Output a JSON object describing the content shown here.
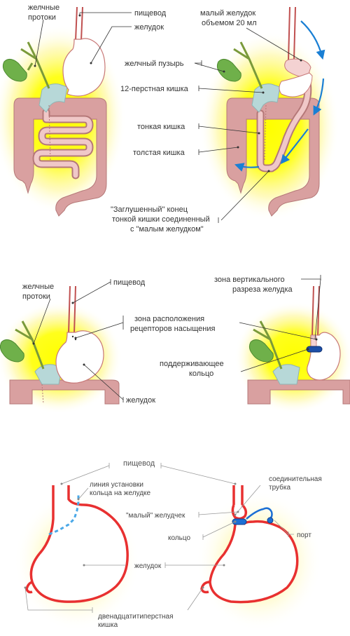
{
  "panel1": {
    "labels": {
      "bile_ducts_1": "желчные",
      "bile_ducts_2": "протоки",
      "esophagus": "пищевод",
      "stomach": "желудок",
      "small_stomach_1": "малый желудок",
      "small_stomach_2": "объемом 20 мл",
      "gallbladder": "желчный пузырь",
      "duodenum": "12-перстная кишка",
      "small_intestine": "тонкая кишка",
      "large_intestine": "толстая кишка",
      "blind_end_1": "\"Заглушенный\" конец",
      "blind_end_2": "тонкой кишки соединенный",
      "blind_end_3": "с \"малым желудком\""
    }
  },
  "panel2": {
    "labels": {
      "bile_ducts_1": "желчные",
      "bile_ducts_2": "протоки",
      "esophagus": "пищевод",
      "receptor_zone_1": "зона расположения",
      "receptor_zone_2": "рецепторов насыщения",
      "support_ring_1": "поддерживающее",
      "support_ring_2": "кольцо",
      "stomach": "желудок",
      "vertical_cut_1": "зона вертикального",
      "vertical_cut_2": "разреза желудка"
    }
  },
  "panel3": {
    "labels": {
      "esophagus": "пищевод",
      "band_line_1": "линия установки",
      "band_line_2": "кольца на желудке",
      "connecting_tube_1": "соединительная",
      "connecting_tube_2": "трубка",
      "small_pouch": "\"малый\" желудчек",
      "ring": "кольцо",
      "port": "порт",
      "stomach": "желудок",
      "duodenum_1": "двенадцатитиперстная",
      "duodenum_2": "кишка"
    }
  },
  "colors": {
    "glow": "#ffff00",
    "intestine": "#d9a0a0",
    "intestine_edge": "#b57878",
    "stomach": "#ffffff",
    "stomach_edge": "#c87878",
    "gallbladder": "#6fb04a",
    "duodenum": "#b7d8d8",
    "esophagus": "#c05050",
    "arrow": "#1a7fd4",
    "ring": "#1c4fa8",
    "band_outline": "#e83030"
  }
}
